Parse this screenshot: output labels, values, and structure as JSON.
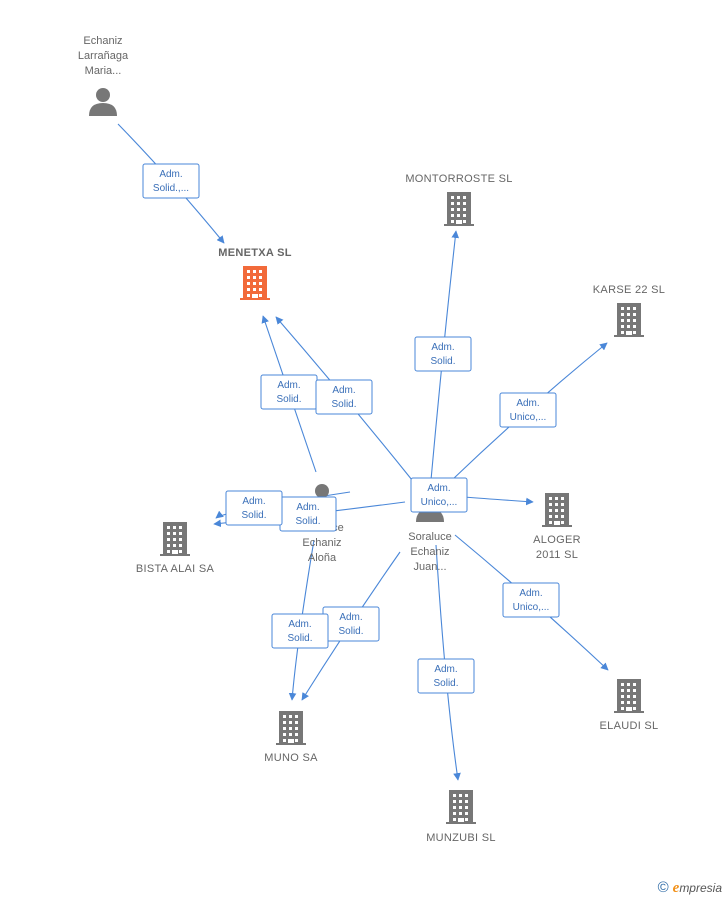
{
  "colors": {
    "edge": "#4a87d8",
    "node_default": "#777777",
    "node_focus": "#f26a3a"
  },
  "nodes": [
    {
      "id": "echaniz_maria",
      "type": "person",
      "label": [
        "Echaniz",
        "Larrañaga",
        "Maria..."
      ]
    },
    {
      "id": "menetxa",
      "type": "company",
      "focus": true,
      "label": [
        "MENETXA  SL"
      ]
    },
    {
      "id": "montorroste",
      "type": "company",
      "label": [
        "MONTORROSTE SL"
      ]
    },
    {
      "id": "karse22",
      "type": "company",
      "label": [
        "KARSE 22  SL"
      ]
    },
    {
      "id": "bista_alai",
      "type": "company",
      "label": [
        "BISTA ALAI SA"
      ]
    },
    {
      "id": "echaniz_alona",
      "type": "person",
      "label": [
        "Soraluce",
        "Echaniz",
        "Aloña"
      ]
    },
    {
      "id": "soraluce_juan",
      "type": "person",
      "label": [
        "Soraluce",
        "Echaniz",
        "Juan..."
      ]
    },
    {
      "id": "aloger",
      "type": "company",
      "label": [
        "ALOGER",
        "2011 SL"
      ]
    },
    {
      "id": "elaudi",
      "type": "company",
      "label": [
        "ELAUDI SL"
      ]
    },
    {
      "id": "muno",
      "type": "company",
      "label": [
        "MUNO SA"
      ]
    },
    {
      "id": "munzubi",
      "type": "company",
      "label": [
        "MUNZUBI SL"
      ]
    }
  ],
  "edges": [
    {
      "from": "echaniz_maria",
      "to": "menetxa",
      "label": [
        "Adm.",
        "Solid.,..."
      ]
    },
    {
      "from": "echaniz_alona",
      "to": "menetxa",
      "label": [
        "Adm.",
        "Solid."
      ]
    },
    {
      "from": "soraluce_juan",
      "to": "menetxa",
      "label": [
        "Adm.",
        "Solid."
      ]
    },
    {
      "from": "soraluce_juan",
      "to": "montorroste",
      "label": [
        "Adm.",
        "Solid."
      ]
    },
    {
      "from": "soraluce_juan",
      "to": "karse22",
      "label": [
        "Adm.",
        "Unico,..."
      ]
    },
    {
      "from": "soraluce_juan",
      "to": "aloger",
      "label": [
        "Adm.",
        "Unico,..."
      ]
    },
    {
      "from": "soraluce_juan",
      "to": "elaudi",
      "label": [
        "Adm.",
        "Unico,..."
      ]
    },
    {
      "from": "soraluce_juan",
      "to": "munzubi",
      "label": [
        "Adm.",
        "Solid."
      ]
    },
    {
      "from": "soraluce_juan",
      "to": "muno",
      "label": [
        "Adm.",
        "Solid."
      ]
    },
    {
      "from": "soraluce_juan",
      "to": "bista_alai",
      "label": [
        "Adm.",
        "Solid."
      ]
    },
    {
      "from": "echaniz_alona",
      "to": "bista_alai",
      "label": [
        "Adm.",
        "Solid."
      ]
    },
    {
      "from": "echaniz_alona",
      "to": "muno",
      "label": [
        "Adm.",
        "Solid."
      ]
    }
  ],
  "watermark": {
    "symbol": "©",
    "brand_initial": "e",
    "brand_rest": "mpresia"
  }
}
